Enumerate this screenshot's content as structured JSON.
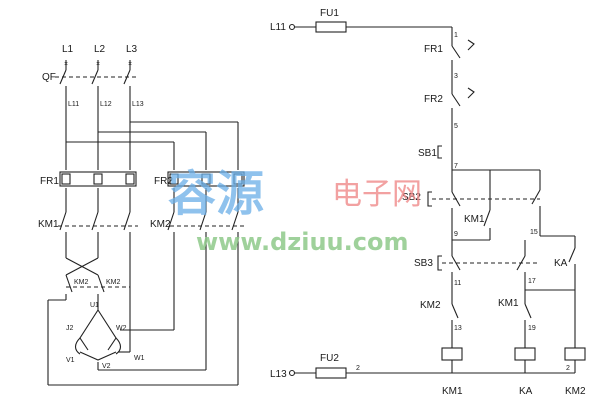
{
  "watermark": {
    "logo_text": "容源",
    "brand_text": "电子网",
    "url": "www.dziuu.com"
  },
  "main_circuit": {
    "phases": [
      "L1",
      "L2",
      "L3"
    ],
    "breaker": "QF",
    "nodes_top": [
      "L11",
      "L12",
      "L13"
    ],
    "relay1": "FR1",
    "relay2": "FR2",
    "contactor1": "KM1",
    "contactor2": "KM2",
    "interlock1": "KM2",
    "interlock2": "KM2",
    "motor": {
      "u1": "U1",
      "w2": "W2",
      "j2": "J2",
      "v1": "V1",
      "v2": "V2",
      "w1": "W1"
    }
  },
  "control_circuit": {
    "line_top": "L11",
    "line_bottom": "L13",
    "fuse1": "FU1",
    "fuse2": "FU2",
    "fr1": "FR1",
    "fr2": "FR2",
    "sb1": "SB1",
    "sb2": "SB2",
    "sb3": "SB3",
    "km1_contact": "KM1",
    "km2_contact": "KM2",
    "km1_contact_b": "KM1",
    "ka_contact": "KA",
    "nodes": [
      "1",
      "3",
      "5",
      "7",
      "9",
      "11",
      "13",
      "15",
      "17",
      "19",
      "2",
      "2"
    ],
    "coils": [
      "KM1",
      "KA",
      "KM2"
    ]
  }
}
